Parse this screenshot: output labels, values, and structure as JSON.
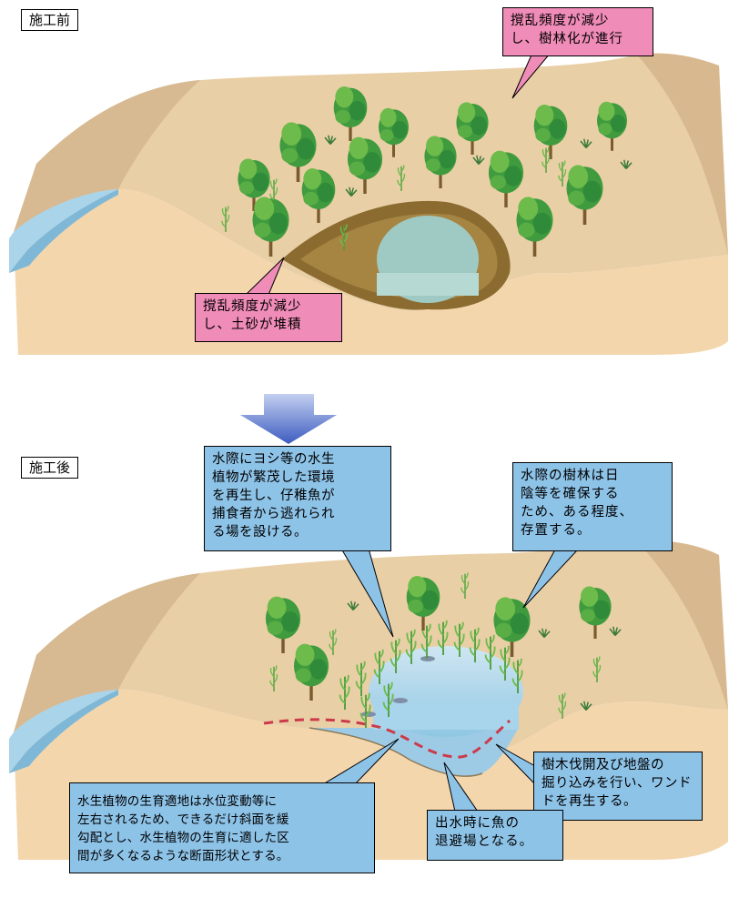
{
  "sections": {
    "before": {
      "title": "施工前"
    },
    "after": {
      "title": "施工後"
    }
  },
  "callouts": {
    "before_top": {
      "lines": [
        "撹乱頻度が減少",
        "し、樹林化が進行"
      ]
    },
    "before_bottom": {
      "lines": [
        "撹乱頻度が減少",
        "し、土砂が堆積"
      ]
    },
    "after_center": {
      "lines": [
        "水際にヨシ等の水生",
        "植物が繁茂した環境",
        "を再生し、仔稚魚が",
        "捕食者から逃れられ",
        "る場を設ける。"
      ]
    },
    "after_right": {
      "lines": [
        "水際の樹林は日",
        "陰等を確保する",
        "ため、ある程度、",
        "存置する。"
      ]
    },
    "after_left": {
      "lines": [
        "水生植物の生育適地は水位変動等に",
        "左右されるため、できるだけ斜面を緩",
        "勾配とし、水生植物の生育に適した区",
        "間が多くなるような断面形状とする。"
      ]
    },
    "after_lowright": {
      "lines": [
        "樹木伐開及び地盤の",
        "掘り込みを行い、ワンド",
        "ドを再生する。"
      ]
    },
    "after_bottom": {
      "lines": [
        "出水時に魚の",
        "退避場となる。"
      ]
    }
  },
  "colors": {
    "pink_callout": "#f08cb8",
    "blue_callout": "#8ec3e8",
    "ground_top": "#e8c9a0",
    "ground_side": "#f4d6ad",
    "slope_shade": "#c9ab88",
    "river": "#a9d4ea",
    "pond": "#a6d0c8",
    "tree_dark": "#2f8a3a",
    "tree_light": "#6dbb4a",
    "arrow": "#6f86cc",
    "dashed_line": "#cc3a4a"
  }
}
